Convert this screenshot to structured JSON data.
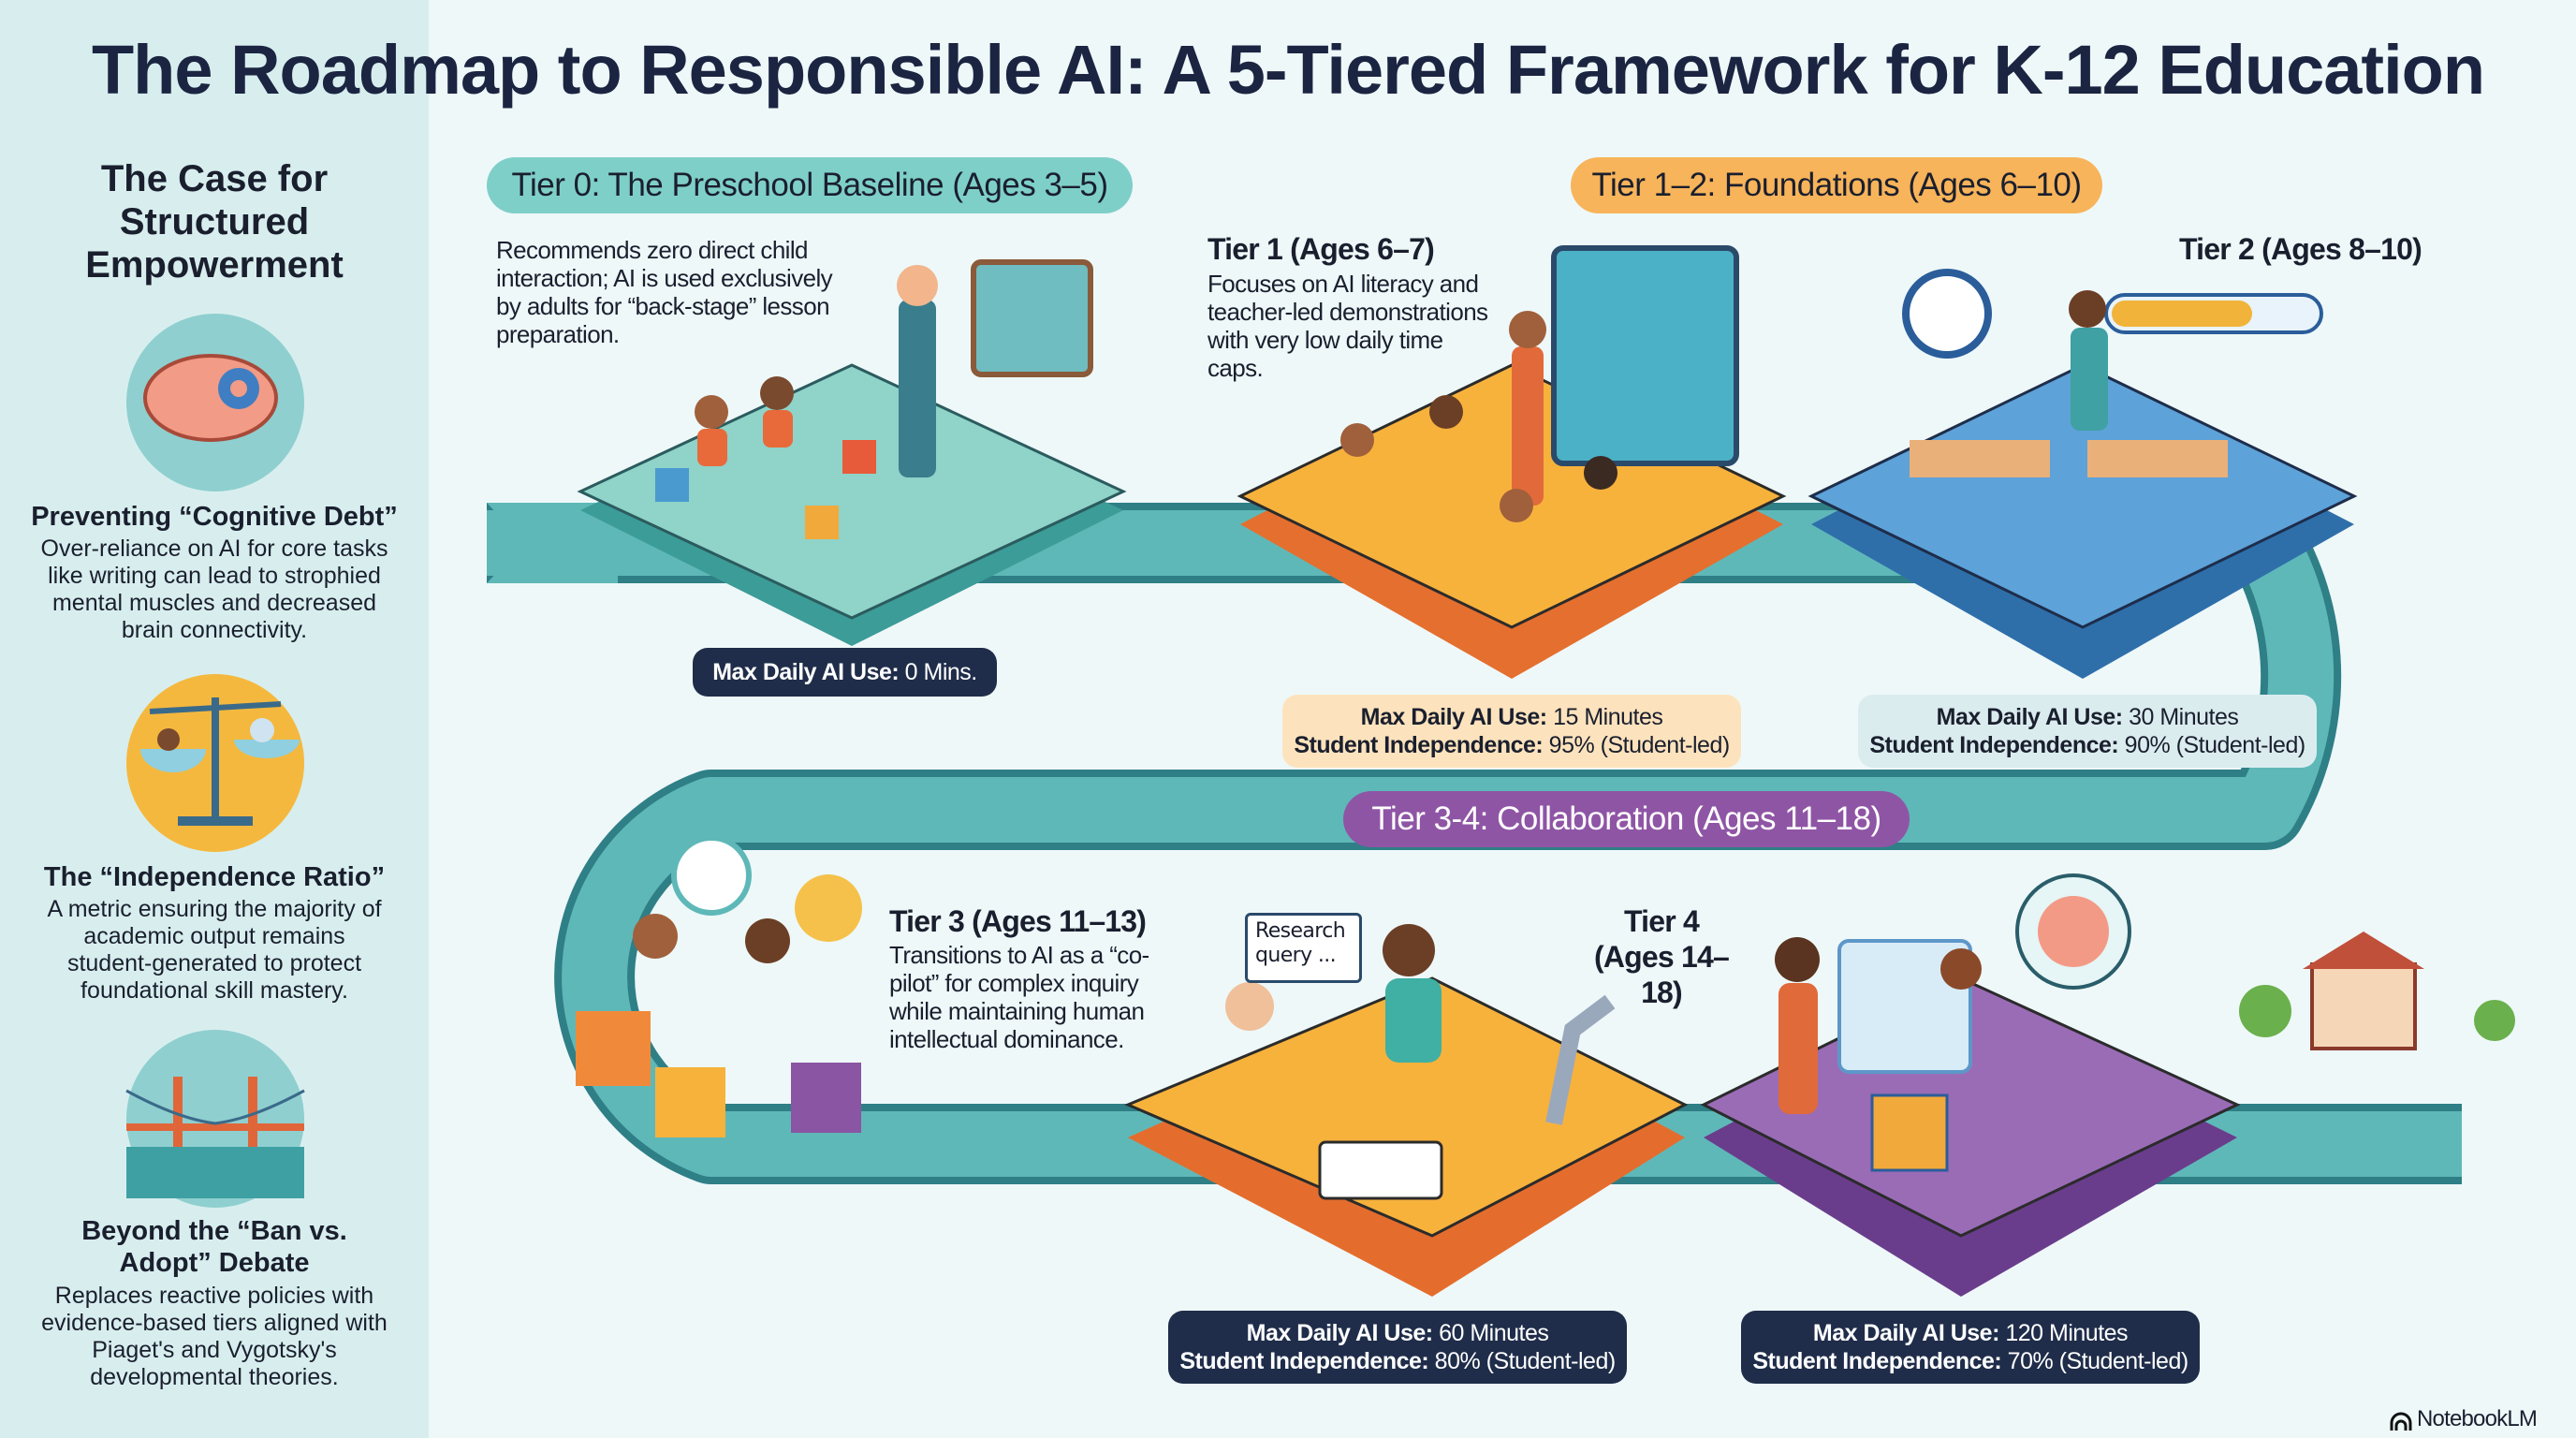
{
  "title": "The Roadmap to Responsible AI: A 5-Tiered Framework for K-12 Education",
  "sidebar": {
    "heading": "The Case for Structured Empowerment",
    "items": [
      {
        "title": "Preventing “Cognitive Debt”",
        "body": "Over-reliance on AI for core tasks like writing can lead to strophied mental muscles and decreased brain connectivity.",
        "icon": "brain-gear-icon"
      },
      {
        "title": "The “Independence Ratio”",
        "body": "A metric ensuring the majority of academic output remains student-generated to protect foundational skill mastery.",
        "icon": "balance-scale-icon"
      },
      {
        "title": "Beyond the “Ban vs. Adopt” Debate",
        "body": "Replaces reactive policies with evidence-based tiers aligned with Piaget's and Vygotsky's developmental theories.",
        "icon": "bridge-icon"
      }
    ]
  },
  "groups": {
    "tier0": "Tier 0: The Preschool Baseline (Ages 3–5)",
    "tier12": "Tier 1–2: Foundations (Ages 6–10)",
    "tier34": "Tier 3-4: Collaboration (Ages 11–18)"
  },
  "tiers": {
    "t0": {
      "desc": "Recommends zero direct child interaction; AI is used exclusively by adults for “back-stage” lesson preparation.",
      "max_label": "Max Daily AI Use:",
      "max_value": "0 Mins."
    },
    "t1": {
      "label": "Tier 1 (Ages 6–7)",
      "desc": "Focuses on AI literacy and teacher-led demonstrations with very low daily time caps.",
      "max_label": "Max Daily AI Use:",
      "max_value": "15 Minutes",
      "ind_label": "Student Independence:",
      "ind_value": "95% (Student-led)"
    },
    "t2": {
      "label": "Tier 2 (Ages 8–10)",
      "max_label": "Max Daily AI Use:",
      "max_value": "30 Minutes",
      "ind_label": "Student Independence:",
      "ind_value": "90% (Student-led)"
    },
    "t3": {
      "label": "Tier 3 (Ages 11–13)",
      "desc": "Transitions to AI as a “co-pilot” for complex inquiry while maintaining human intellectual dominance.",
      "bubble": "Research query ...",
      "max_label": "Max Daily AI Use:",
      "max_value": "60 Minutes",
      "ind_label": "Student Independence:",
      "ind_value": "80% (Student-led)"
    },
    "t4": {
      "label": "Tier 4 (Ages 14–18)",
      "max_label": "Max Daily AI Use:",
      "max_value": "120 Minutes",
      "ind_label": "Student Independence:",
      "ind_value": "70% (Student-led)"
    }
  },
  "brand": "NotebookLM",
  "colors": {
    "teal": "#5fb8b8",
    "orange": "#f5a13c",
    "blue": "#3f88c5",
    "purple": "#8a55a3",
    "navy": "#1f2d4a"
  }
}
